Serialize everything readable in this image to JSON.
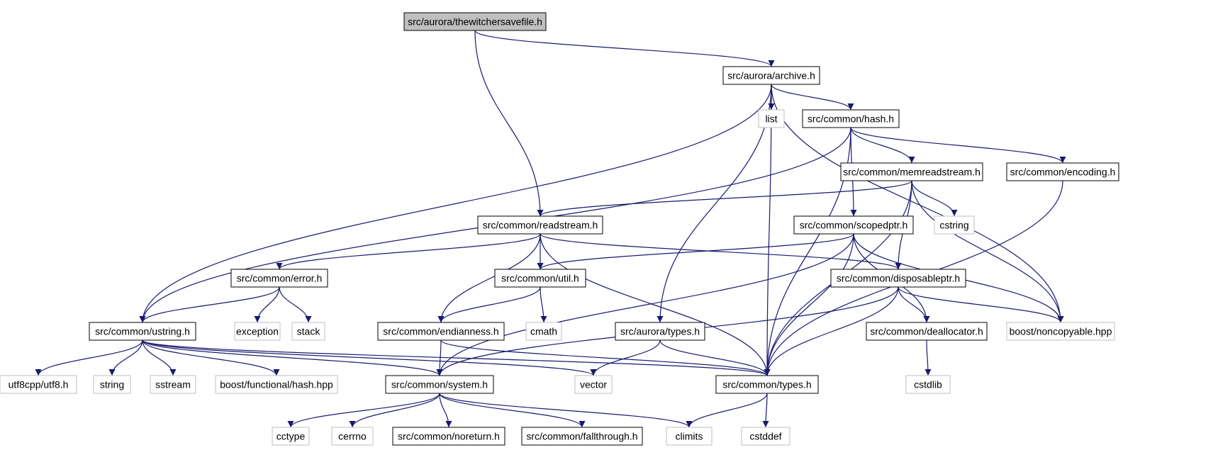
{
  "colors": {
    "edge": "#191970",
    "node_border": "#000000",
    "external_border": "#bfbfbf",
    "root_fill": "#bfbfbf",
    "text": "#000000"
  },
  "nodes": [
    {
      "id": "root",
      "label": "src/aurora/thewitchersavefile.h",
      "kind": "root"
    },
    {
      "id": "archive",
      "label": "src/aurora/archive.h",
      "kind": "internal"
    },
    {
      "id": "list",
      "label": "list",
      "kind": "external"
    },
    {
      "id": "hash",
      "label": "src/common/hash.h",
      "kind": "internal"
    },
    {
      "id": "memreadstream",
      "label": "src/common/memreadstream.h",
      "kind": "internal"
    },
    {
      "id": "encoding",
      "label": "src/common/encoding.h",
      "kind": "internal"
    },
    {
      "id": "readstream",
      "label": "src/common/readstream.h",
      "kind": "internal"
    },
    {
      "id": "scopedptr",
      "label": "src/common/scopedptr.h",
      "kind": "internal"
    },
    {
      "id": "cstring",
      "label": "cstring",
      "kind": "external"
    },
    {
      "id": "error",
      "label": "src/common/error.h",
      "kind": "internal"
    },
    {
      "id": "util",
      "label": "src/common/util.h",
      "kind": "internal"
    },
    {
      "id": "disposableptr",
      "label": "src/common/disposableptr.h",
      "kind": "internal"
    },
    {
      "id": "ustring",
      "label": "src/common/ustring.h",
      "kind": "internal"
    },
    {
      "id": "exception",
      "label": "exception",
      "kind": "external"
    },
    {
      "id": "stack",
      "label": "stack",
      "kind": "external"
    },
    {
      "id": "endianness",
      "label": "src/common/endianness.h",
      "kind": "internal"
    },
    {
      "id": "cmath",
      "label": "cmath",
      "kind": "external"
    },
    {
      "id": "auroratypes",
      "label": "src/aurora/types.h",
      "kind": "internal"
    },
    {
      "id": "deallocator",
      "label": "src/common/deallocator.h",
      "kind": "internal"
    },
    {
      "id": "noncopyable",
      "label": "boost/noncopyable.hpp",
      "kind": "external"
    },
    {
      "id": "utf8",
      "label": "utf8cpp/utf8.h",
      "kind": "external"
    },
    {
      "id": "string",
      "label": "string",
      "kind": "external"
    },
    {
      "id": "sstream",
      "label": "sstream",
      "kind": "external"
    },
    {
      "id": "boosthash",
      "label": "boost/functional/hash.hpp",
      "kind": "external"
    },
    {
      "id": "system",
      "label": "src/common/system.h",
      "kind": "internal"
    },
    {
      "id": "vector",
      "label": "vector",
      "kind": "external"
    },
    {
      "id": "types",
      "label": "src/common/types.h",
      "kind": "internal"
    },
    {
      "id": "cstdlib",
      "label": "cstdlib",
      "kind": "external"
    },
    {
      "id": "cctype",
      "label": "cctype",
      "kind": "external"
    },
    {
      "id": "cerrno",
      "label": "cerrno",
      "kind": "external"
    },
    {
      "id": "noreturn",
      "label": "src/common/noreturn.h",
      "kind": "internal"
    },
    {
      "id": "fallthrough",
      "label": "src/common/fallthrough.h",
      "kind": "internal"
    },
    {
      "id": "climits",
      "label": "climits",
      "kind": "external"
    },
    {
      "id": "cstddef",
      "label": "cstddef",
      "kind": "external"
    }
  ],
  "edges": [
    [
      "root",
      "archive"
    ],
    [
      "root",
      "readstream"
    ],
    [
      "archive",
      "list"
    ],
    [
      "archive",
      "hash"
    ],
    [
      "archive",
      "ustring"
    ],
    [
      "archive",
      "auroratypes"
    ],
    [
      "archive",
      "noncopyable"
    ],
    [
      "archive",
      "types"
    ],
    [
      "hash",
      "memreadstream"
    ],
    [
      "hash",
      "encoding"
    ],
    [
      "hash",
      "scopedptr"
    ],
    [
      "hash",
      "ustring"
    ],
    [
      "hash",
      "types"
    ],
    [
      "memreadstream",
      "readstream"
    ],
    [
      "memreadstream",
      "cstring"
    ],
    [
      "memreadstream",
      "disposableptr"
    ],
    [
      "memreadstream",
      "noncopyable"
    ],
    [
      "memreadstream",
      "types"
    ],
    [
      "encoding",
      "types"
    ],
    [
      "readstream",
      "error"
    ],
    [
      "readstream",
      "util"
    ],
    [
      "readstream",
      "endianness"
    ],
    [
      "readstream",
      "disposableptr"
    ],
    [
      "readstream",
      "types"
    ],
    [
      "scopedptr",
      "util"
    ],
    [
      "scopedptr",
      "system"
    ],
    [
      "scopedptr",
      "deallocator"
    ],
    [
      "scopedptr",
      "noncopyable"
    ],
    [
      "scopedptr",
      "types"
    ],
    [
      "error",
      "ustring"
    ],
    [
      "error",
      "exception"
    ],
    [
      "error",
      "stack"
    ],
    [
      "util",
      "endianness"
    ],
    [
      "util",
      "cmath"
    ],
    [
      "disposableptr",
      "system"
    ],
    [
      "disposableptr",
      "deallocator"
    ],
    [
      "disposableptr",
      "noncopyable"
    ],
    [
      "disposableptr",
      "types"
    ],
    [
      "ustring",
      "utf8"
    ],
    [
      "ustring",
      "string"
    ],
    [
      "ustring",
      "sstream"
    ],
    [
      "ustring",
      "boosthash"
    ],
    [
      "ustring",
      "system"
    ],
    [
      "ustring",
      "vector"
    ],
    [
      "ustring",
      "types"
    ],
    [
      "endianness",
      "system"
    ],
    [
      "endianness",
      "types"
    ],
    [
      "auroratypes",
      "vector"
    ],
    [
      "auroratypes",
      "types"
    ],
    [
      "deallocator",
      "cstdlib"
    ],
    [
      "system",
      "cctype"
    ],
    [
      "system",
      "cerrno"
    ],
    [
      "system",
      "noreturn"
    ],
    [
      "system",
      "fallthrough"
    ],
    [
      "system",
      "climits"
    ],
    [
      "types",
      "climits"
    ],
    [
      "types",
      "cstddef"
    ]
  ]
}
